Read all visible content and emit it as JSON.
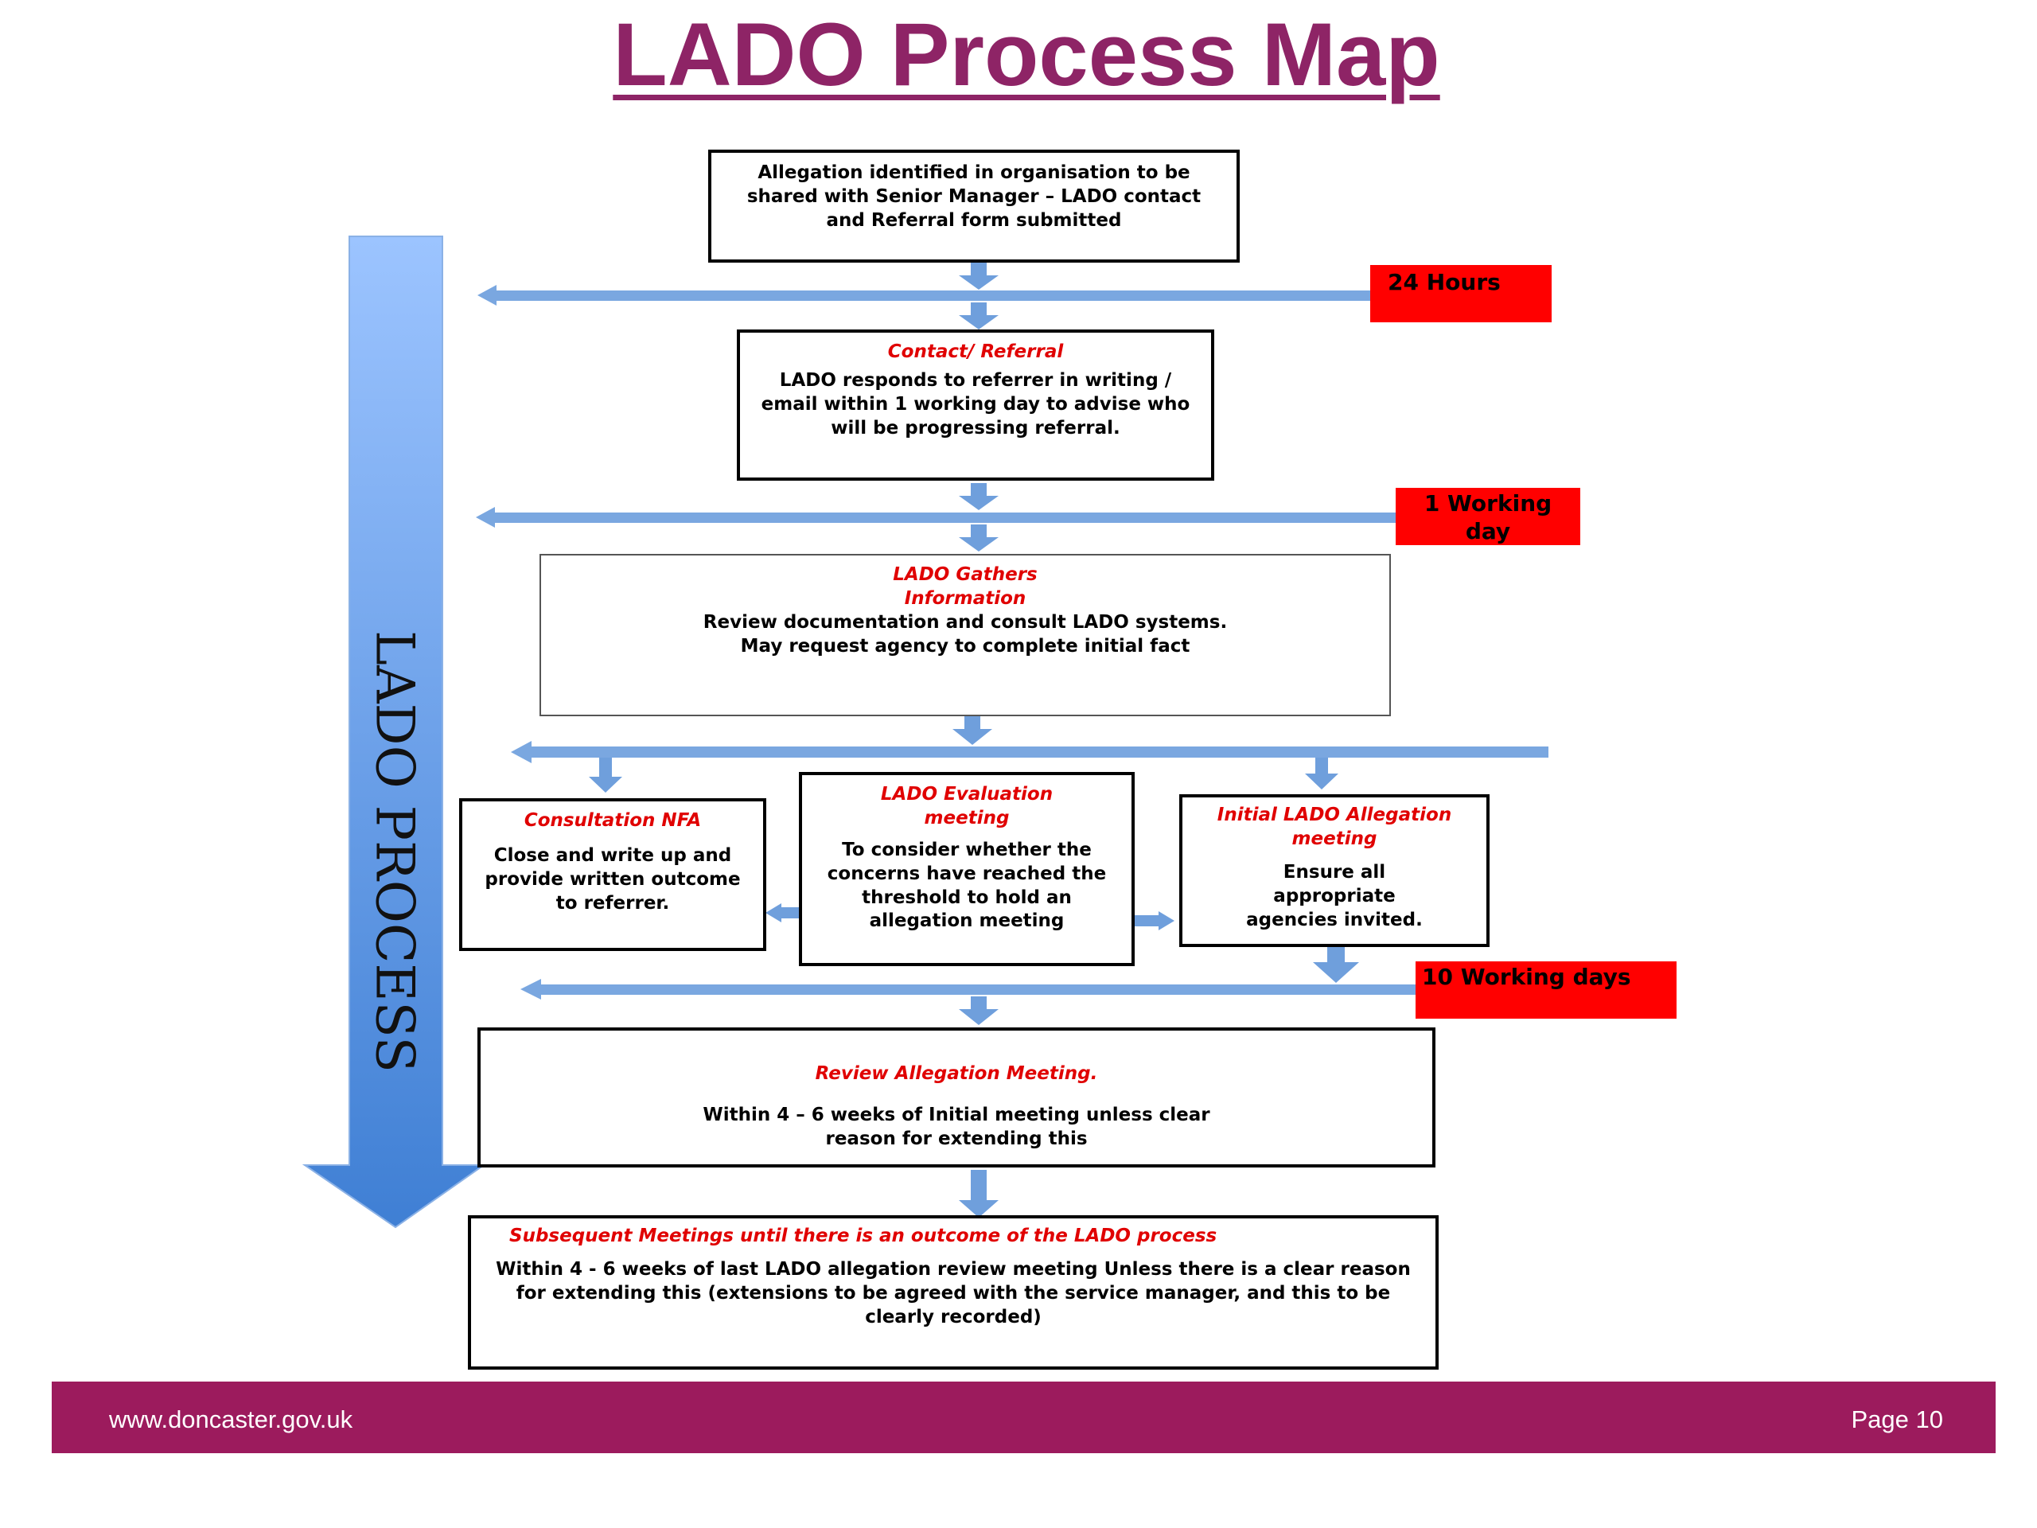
{
  "title": "LADO Process Map",
  "side_label": "LADO PROCESS",
  "nodes": {
    "allegation": {
      "body": "Allegation identified in organisation to be shared with Senior Manager – LADO contact and Referral form submitted"
    },
    "contact": {
      "head": "Contact/ Referral",
      "body": "LADO responds to referrer in writing / email within 1 working day to advise who will be progressing referral."
    },
    "gathers": {
      "head": "LADO Gathers Information",
      "body": "Review documentation and consult LADO systems. May request agency to complete initial fact"
    },
    "nfa": {
      "head": "Consultation NFA",
      "body": "Close and write up and provide written outcome to referrer."
    },
    "evaluation": {
      "head": "LADO Evaluation meeting",
      "body": "To consider whether the concerns have reached the threshold to hold an allegation meeting"
    },
    "initial": {
      "head": "Initial LADO Allegation meeting",
      "body": "Ensure all appropriate agencies invited."
    },
    "review": {
      "head": "Review Allegation Meeting.",
      "body": "Within 4 – 6 weeks of Initial meeting unless clear reason for extending this"
    },
    "subsequent": {
      "head": "Subsequent Meetings until there is an outcome of the LADO process",
      "body": "Within 4  - 6 weeks of last LADO allegation review meeting Unless there is a clear reason for extending this (extensions to be agreed with the service manager, and this to be clearly recorded)"
    }
  },
  "timescales": {
    "t24": "24 Hours",
    "t1": "1 Working day",
    "t10": "10 Working days"
  },
  "footer": {
    "url": "www.doncaster.gov.uk",
    "page": "Page 10"
  },
  "colors": {
    "title": "#8e2466",
    "heading_red": "#e00000",
    "badge_red": "#ff0000",
    "arrow_blue": "#6f9fdc",
    "footer": "#9c1b5d"
  }
}
